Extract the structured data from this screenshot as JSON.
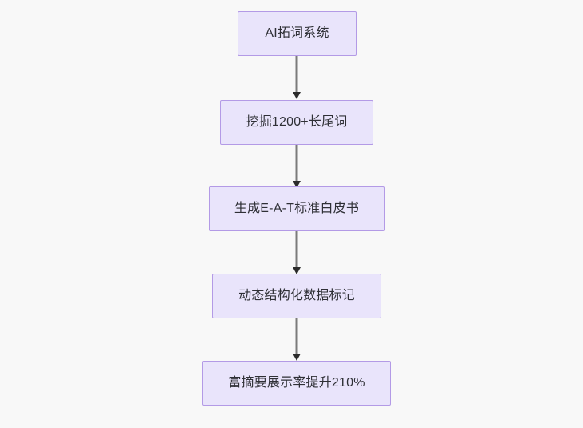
{
  "diagram": {
    "type": "flowchart",
    "direction": "top-to-bottom",
    "background_color": "#f8f8f8",
    "node_fill_color": "#e9e4fb",
    "node_border_color": "#b39ae6",
    "node_text_color": "#2f3036",
    "edge_line_color": "#7b7b7b",
    "edge_arrow_color": "#2b2b2b",
    "nodes": [
      {
        "id": "n1",
        "label": "AI拓词系统"
      },
      {
        "id": "n2",
        "label": "挖掘1200+长尾词"
      },
      {
        "id": "n3",
        "label": "生成E-A-T标准白皮书"
      },
      {
        "id": "n4",
        "label": "动态结构化数据标记"
      },
      {
        "id": "n5",
        "label": "富摘要展示率提升210%"
      }
    ],
    "edges": [
      {
        "from": "n1",
        "to": "n2",
        "label": ""
      },
      {
        "from": "n2",
        "to": "n3",
        "label": ""
      },
      {
        "from": "n3",
        "to": "n4",
        "label": ""
      },
      {
        "from": "n4",
        "to": "n5",
        "label": ""
      }
    ]
  }
}
